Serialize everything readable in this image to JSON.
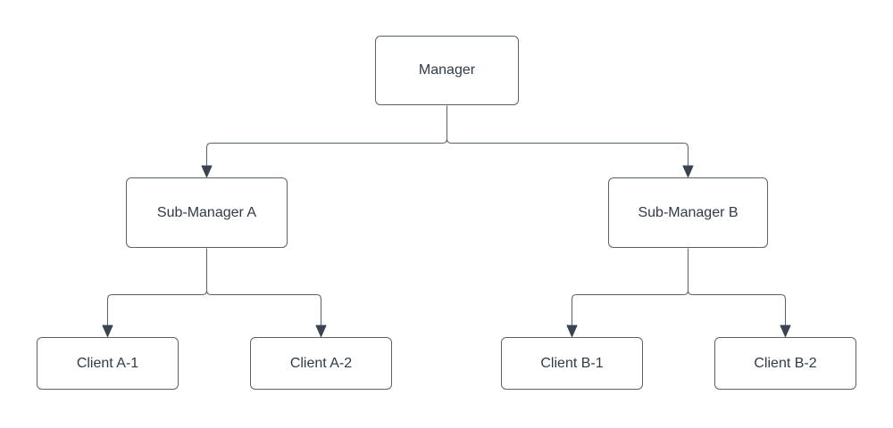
{
  "diagram": {
    "type": "org-chart",
    "nodes": {
      "manager": {
        "label": "Manager"
      },
      "sub_manager_a": {
        "label": "Sub-Manager A"
      },
      "sub_manager_b": {
        "label": "Sub-Manager B"
      },
      "client_a1": {
        "label": "Client A-1"
      },
      "client_a2": {
        "label": "Client A-2"
      },
      "client_b1": {
        "label": "Client B-1"
      },
      "client_b2": {
        "label": "Client B-2"
      }
    },
    "edges": [
      {
        "from": "manager",
        "to": "sub_manager_a",
        "style": "orthogonal",
        "arrow": "filled-triangle"
      },
      {
        "from": "manager",
        "to": "sub_manager_b",
        "style": "orthogonal",
        "arrow": "filled-triangle"
      },
      {
        "from": "sub_manager_a",
        "to": "client_a1",
        "style": "orthogonal",
        "arrow": "filled-triangle"
      },
      {
        "from": "sub_manager_a",
        "to": "client_a2",
        "style": "orthogonal",
        "arrow": "filled-triangle"
      },
      {
        "from": "sub_manager_b",
        "to": "client_b1",
        "style": "orthogonal",
        "arrow": "filled-triangle"
      },
      {
        "from": "sub_manager_b",
        "to": "client_b2",
        "style": "orthogonal",
        "arrow": "filled-triangle"
      }
    ],
    "colors": {
      "background": "#ffffff",
      "node_fill": "#ffffff",
      "node_border": "#59626c",
      "connector": "#59626c",
      "arrowhead": "#3a4450",
      "text": "#303a46"
    }
  }
}
